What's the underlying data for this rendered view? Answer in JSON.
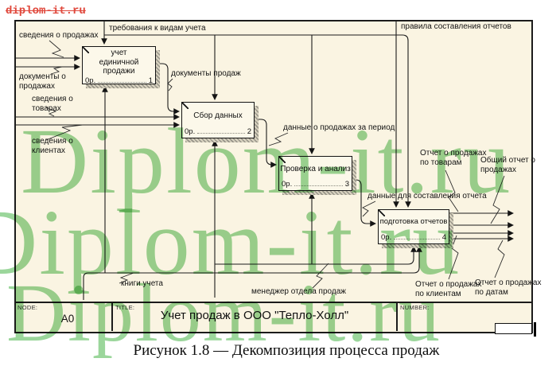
{
  "site": {
    "red_link": "diplom-it.ru",
    "watermark_text": "Diplom-it.ru",
    "watermark_color": "#9bd69b",
    "red_color": "#e0483c"
  },
  "background_color": "#faf4e2",
  "boxes": [
    {
      "title": "учет\nединичной продажи",
      "cost": "0р.",
      "num": "1"
    },
    {
      "title": "Сбор данных",
      "cost": "0р.",
      "num": "2"
    },
    {
      "title": "Проверка и анализ",
      "cost": "0р.",
      "num": "3"
    },
    {
      "title": "подготовка отчетов",
      "cost": "0р.",
      "num": "4"
    }
  ],
  "labels": {
    "in_sales": "сведения о продажах",
    "in_docs": "документы о\nпродажах",
    "in_goods": "сведения о\nтоварах",
    "in_clients": "сведения о\nклиентах",
    "ctl_account": "требования к видам учета",
    "ctl_rules": "правила составления отчетов",
    "conn_docs": "документы продаж",
    "conn_period": "данные о продажах за период",
    "conn_report": "данные для составления отчета",
    "out_goods": "Отчет о продажах\nпо товарам",
    "out_total": "Общий отчет  о\nпродажах",
    "out_clients": "Отчет о продажах\nпо клиентам",
    "out_dates": "Отчет о продажах\nпо датам",
    "mech_books": "книги учета",
    "mech_manager": "менеджер отдела продаж"
  },
  "infobar": {
    "node_label": "NODE:",
    "node_value": "A0",
    "title_label": "TITLE:",
    "title_value": "Учет продаж в ООО  \"Тепло-Холл\"",
    "number_label": "NUMBER:"
  },
  "caption": "Рисунок 1.8 —  Декомпозиция процесса продаж"
}
